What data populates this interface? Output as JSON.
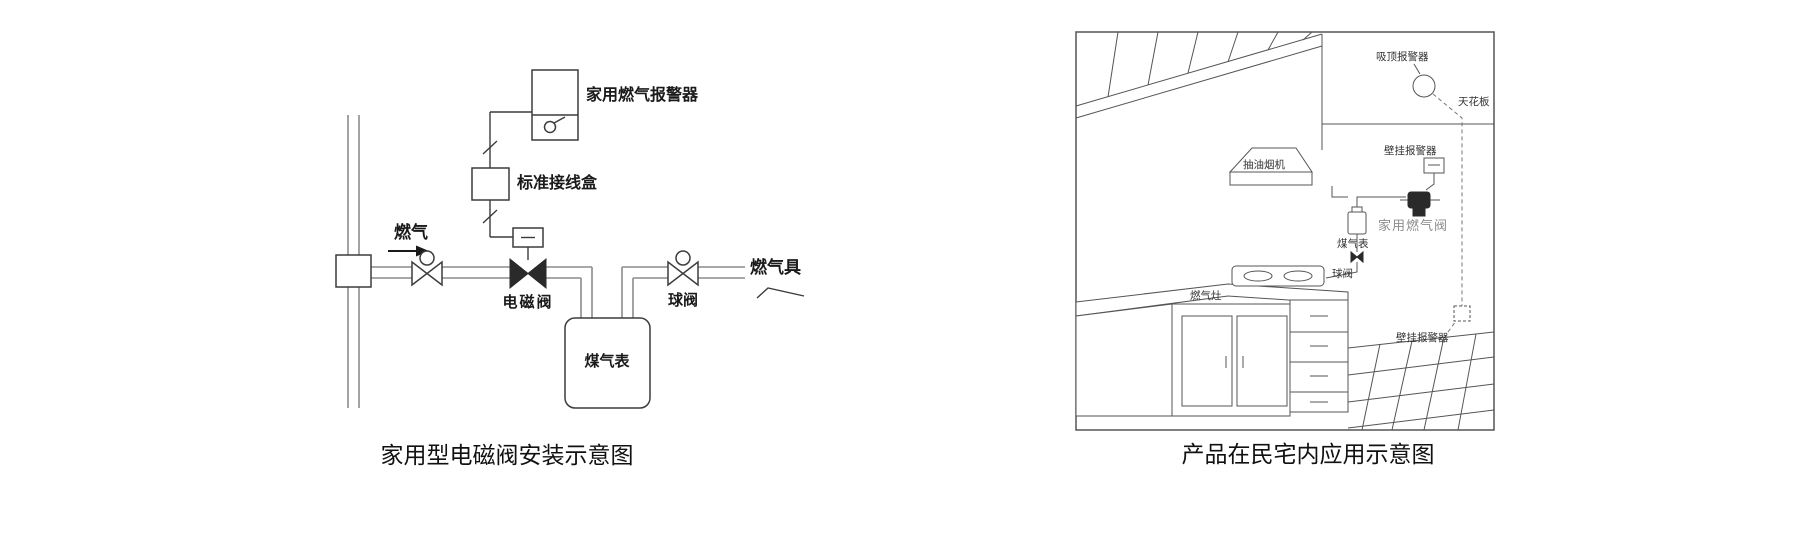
{
  "left_diagram": {
    "caption": "家用型电磁阀安装示意图",
    "labels": {
      "gas_alarm": "家用燃气报警器",
      "junction_box": "标准接线盒",
      "gas_flow": "燃气",
      "solenoid_valve": "电磁阀",
      "gas_meter": "煤气表",
      "ball_valve": "球阀",
      "gas_appliance": "燃气具"
    }
  },
  "right_diagram": {
    "caption": "产品在民宅内应用示意图",
    "labels": {
      "ceiling_alarm": "吸顶报警器",
      "ceiling": "天花板",
      "range_hood": "抽油烟机",
      "wall_alarm_top": "壁挂报警器",
      "gas_meter": "煤气表",
      "household_gas_valve": "家用燃气阀",
      "ball_valve": "球阀",
      "gas_stove": "燃气灶",
      "wall_alarm_bottom": "壁挂报警器"
    }
  },
  "colors": {
    "line": "#3c3c3c",
    "pipe": "#8c8c8c",
    "muted_label": "#8c8c8c",
    "background": "#ffffff"
  }
}
